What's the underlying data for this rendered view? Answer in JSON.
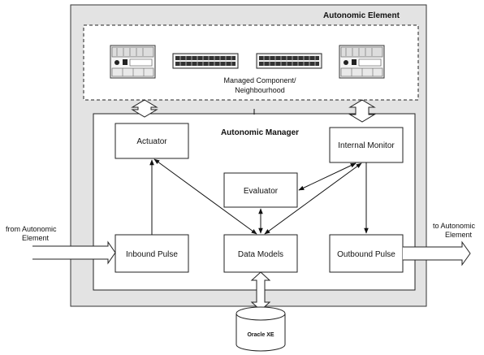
{
  "diagram": {
    "element_title": "Autonomic Element",
    "managed_component_label_line1": "Managed Component/",
    "managed_component_label_line2": "Neighbourhood",
    "manager_title": "Autonomic Manager",
    "actuator": "Actuator",
    "internal_monitor": "Internal Monitor",
    "evaluator": "Evaluator",
    "inbound_pulse": "Inbound Pulse",
    "data_models": "Data Models",
    "outbound_pulse": "Outbound Pulse",
    "from_label_line1": "from Autonomic",
    "from_label_line2": "Element",
    "to_label_line1": "to Autonomic",
    "to_label_line2": "Element",
    "database": "Oracle XE"
  },
  "colors": {
    "element_fill": "#e3e3e3",
    "stroke": "#222222"
  },
  "icons": [
    "server-icon",
    "rack-icon",
    "rack-icon",
    "server-icon",
    "database-icon"
  ]
}
